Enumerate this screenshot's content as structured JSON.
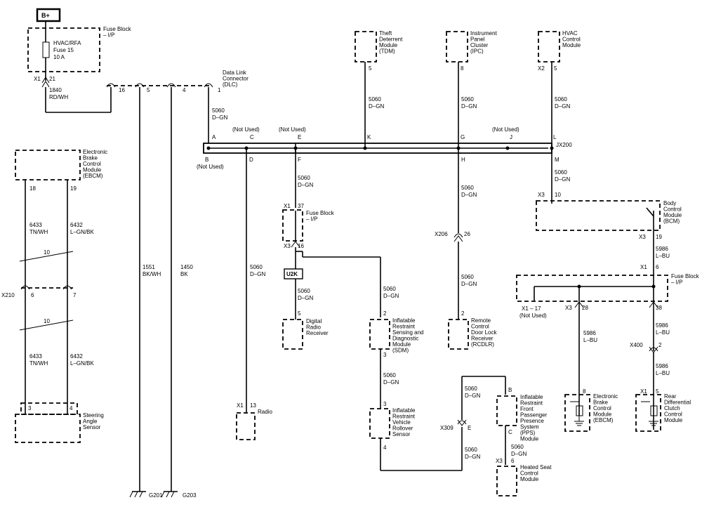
{
  "power": {
    "label": "B+"
  },
  "fuse_block_ip": {
    "title": "Fuse Block – I/P"
  },
  "fuse15": {
    "name": "HVAC/RFA",
    "number": "Fuse 15",
    "rating": "10 A"
  },
  "conn_x1": "X1",
  "conn_x2": "X2",
  "conn_x3": "X3",
  "wires": {
    "w1840": {
      "circuit": "1840",
      "color": "RD/WH"
    },
    "w5060": {
      "circuit": "5060",
      "color": "D–GN"
    },
    "w6433": {
      "circuit": "6433",
      "color": "TN/WH"
    },
    "w6432": {
      "circuit": "6432",
      "color": "L–GN/BK"
    },
    "w1551": {
      "circuit": "1551",
      "color": "BK/WH"
    },
    "w1450": {
      "circuit": "1450",
      "color": "BK"
    },
    "w5986": {
      "circuit": "5986",
      "color": "L–BU"
    }
  },
  "pins": {
    "p21": "21",
    "p16": "16",
    "p5": "5",
    "p4": "4",
    "p1": "1",
    "p8": "8",
    "p10": "10",
    "p18": "18",
    "p19": "19",
    "p6": "6",
    "p7": "7",
    "p3": "3",
    "p37": "37",
    "p13": "13",
    "p2": "2",
    "p26": "26",
    "p28": "28",
    "p38": "38",
    "pE": "E",
    "pB": "B",
    "pC": "C"
  },
  "dlc": {
    "title": "Data Link Connector (DLC)",
    "jx200": "JX200",
    "top_pins": [
      "A",
      "C",
      "E",
      "K",
      "G",
      "J",
      "L"
    ],
    "bottom_pins": [
      "B",
      "D",
      "F",
      "H",
      "M"
    ],
    "not_used": "(Not Used)"
  },
  "modules": {
    "tdm": "Theft Deterrent Module (TDM)",
    "ipc": "Instrument Panel Cluster (IPC)",
    "hvac": "HVAC Control Module",
    "ebcm_top": "Electronic Brake Control Module (EBCM)",
    "bcm": "Body Control Module (BCM)",
    "digital_radio": "Digital Radio Receiver",
    "sdm": "Inflatable Restraint Sensing and Diagnostic Module (SDM)",
    "rcdlr": "Remote Control Door Lock Receiver (RCDLR)",
    "radio": "Radio",
    "steering": "Steering Angle Sensor",
    "rollover": "Inflatable Restraint Vehicle Rollover Sensor",
    "pps": "Inflatable Restraint Front Passenger Presence System (PPS) Module",
    "heated_seat": "Heated Seat Control Module",
    "ebcm_bottom": "Electronic Brake Control Module (EBCM)",
    "rear_diff": "Rear Differential Clutch Control Module"
  },
  "connectors": {
    "x206": "X206",
    "x210": "X210",
    "x309": "X309",
    "x400": "X400",
    "u2k": "U2K",
    "x1_17": "X1 – 17",
    "x1_17_note": "(Not Used)"
  },
  "grounds": {
    "g201": "G201",
    "g203": "G203"
  },
  "twist_count": "10"
}
